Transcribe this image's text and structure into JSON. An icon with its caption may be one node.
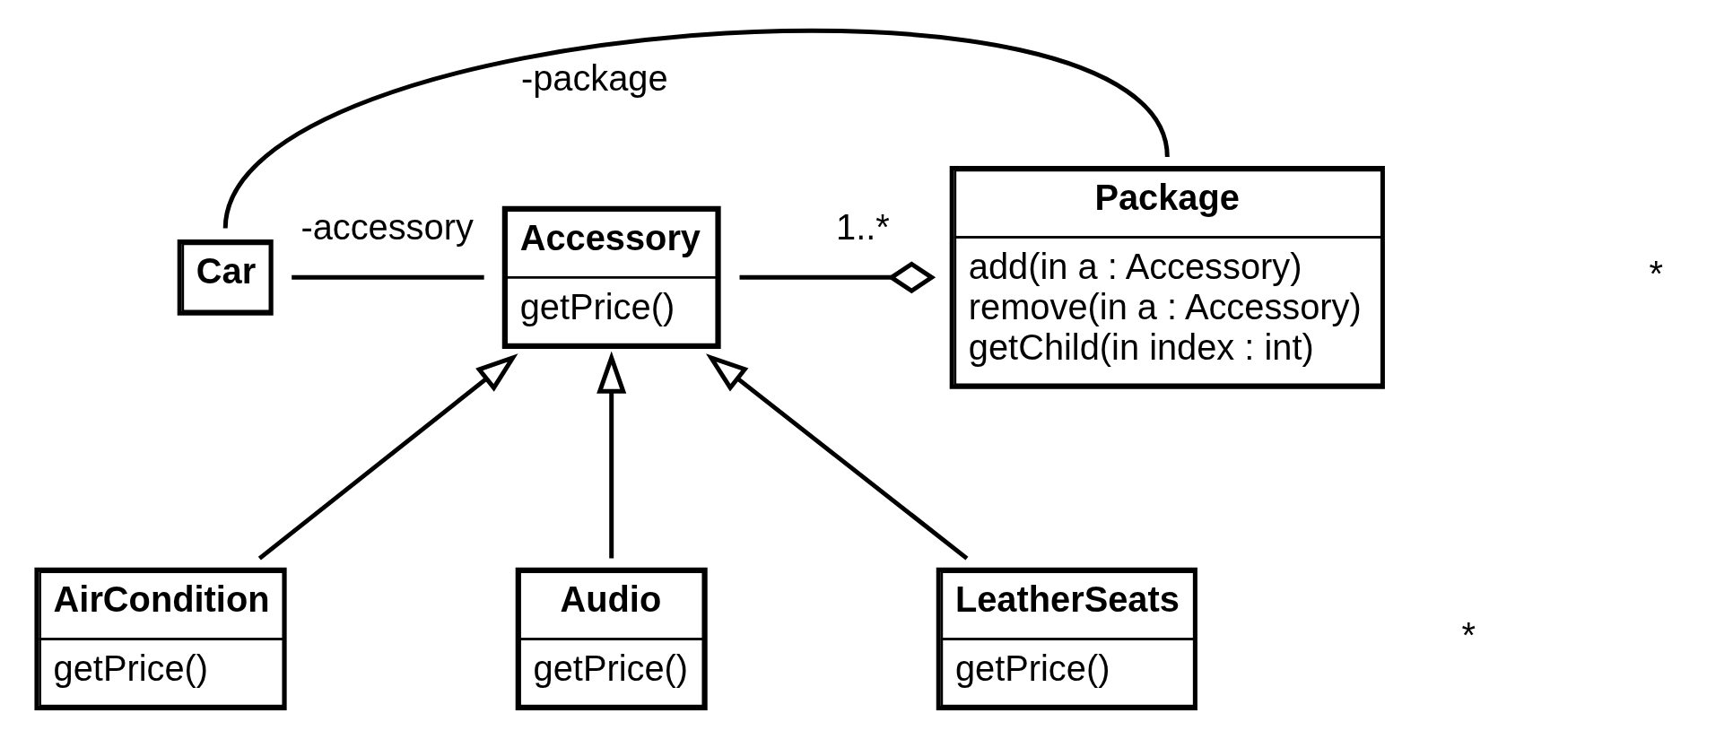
{
  "diagram": {
    "nodes": [
      {
        "text": [
          "Car"
        ]
      },
      {
        "text": [
          "Accessory",
          "getPrice()"
        ]
      },
      {
        "text": [
          "Package",
          "add(in a : Accessory)",
          "remove(in a : Accessory)",
          "getChild(in index : int)"
        ]
      },
      {
        "text": [
          "AirCondition",
          "getPrice()"
        ]
      },
      {
        "text": [
          "Audio",
          "getPrice()"
        ]
      },
      {
        "text": [
          "LeatherSeats",
          "getPrice()"
        ]
      }
    ],
    "edges": [
      {
        "from": 0,
        "to": 1,
        "arrow": "none",
        "label": "-accessory"
      },
      {
        "from": 0,
        "to": 2,
        "arrow": "none",
        "label": "-package"
      },
      {
        "from": 1,
        "to": 2,
        "arrow": "other",
        "label": "1..*"
      },
      {
        "from": 3,
        "to": 1,
        "arrow": "to"
      },
      {
        "from": 4,
        "to": 1,
        "arrow": "to"
      },
      {
        "from": 5,
        "to": 1,
        "arrow": "to"
      }
    ],
    "labels": [
      "*",
      "*"
    ]
  }
}
